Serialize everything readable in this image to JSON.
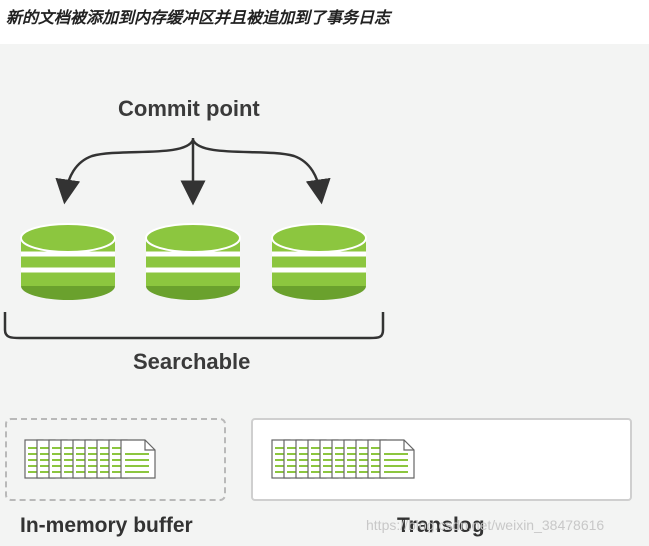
{
  "caption": "新的文档被添加到内存缓冲区并且被追加到了事务日志",
  "diagram": {
    "commit_point_label": "Commit point",
    "searchable_label": "Searchable",
    "in_memory_buffer_label": "In-memory buffer",
    "translog_label": "Translog",
    "watermark": "https://blog.csdn.net/weixin_38478616"
  },
  "colors": {
    "segment_green": "#8cc63f",
    "segment_dark": "#6aa12d",
    "doc_line_green": "#8cc63f",
    "text_dark": "#3a3a3a"
  }
}
